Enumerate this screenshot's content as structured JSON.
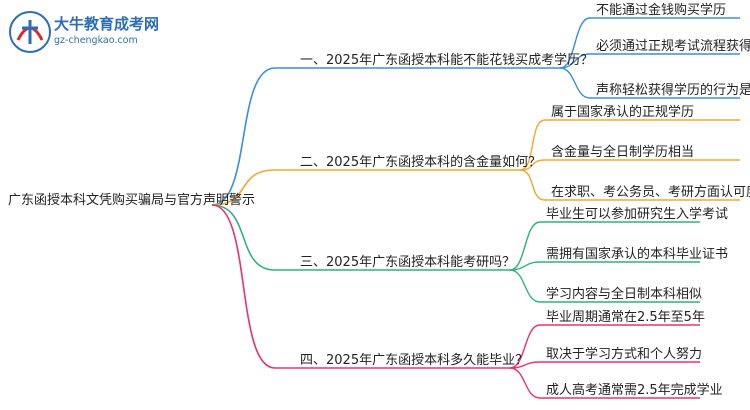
{
  "logo": {
    "name": "大牛教育成考网",
    "url": "gz-chengkao.com",
    "mark_text": "大牛",
    "colors": {
      "primary": "#2e6db4",
      "accent": "#e0262b"
    }
  },
  "root": {
    "label": "广东函授本科文凭购买骗局与官方声明警示"
  },
  "branches": [
    {
      "label": "一、2025年广东函授本科能不能花钱买成考学历？",
      "color": "#3b8ede",
      "children": [
        "不能通过金钱购买学历",
        "必须通过正规考试流程获得",
        "声称轻松获得学历的行为是诈骗"
      ]
    },
    {
      "label": "二、2025年广东函授本科的含金量如何？",
      "color": "#f0a830",
      "children": [
        "属于国家承认的正规学历",
        "含金量与全日制学历相当",
        "在求职、考公务员、考研方面认可度高"
      ]
    },
    {
      "label": "三、2025年广东函授本科能考研吗？",
      "color": "#2fb37a",
      "children": [
        "毕业生可以参加研究生入学考试",
        "需拥有国家承认的本科毕业证书",
        "学习内容与全日制本科相似"
      ]
    },
    {
      "label": "四、2025年广东函授本科多久能毕业？",
      "color": "#e8336d",
      "children": [
        "毕业周期通常在2.5年至5年",
        "取决于学习方式和个人努力",
        "成人高考通常需2.5年完成学业"
      ]
    }
  ]
}
